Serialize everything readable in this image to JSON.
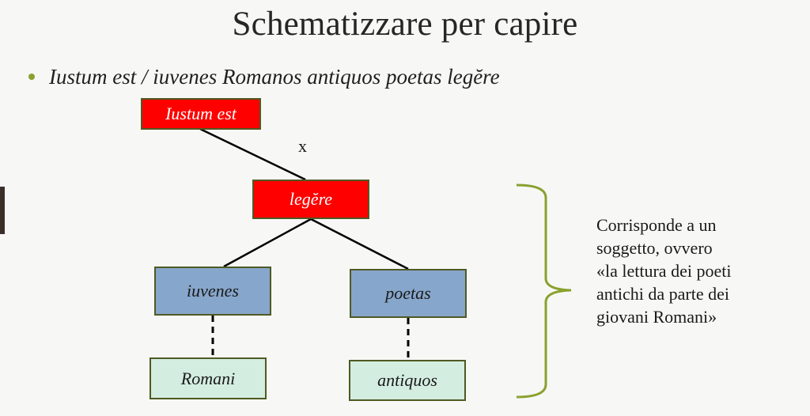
{
  "slide": {
    "title": "Schematizzare per capire",
    "bullet": "Iustum est / iuvenes Romanos antiquos poetas legĕre"
  },
  "diagram": {
    "nodes": {
      "iustum_est": "Iustum est",
      "legere": "legĕre",
      "iuvenes": "iuvenes",
      "poetas": "poetas",
      "romani": "Romani",
      "antiquos": "antiquos"
    },
    "edge_label": "x",
    "note_lines": [
      "Corrisponde a un",
      "soggetto, ovvero",
      "«la lettura dei poeti",
      "antichi da parte dei",
      "giovani Romani»"
    ],
    "colors": {
      "red_node": "#ff0000",
      "blue_node": "#87a6cb",
      "green_node": "#d4ede1",
      "node_border": "#4f5a22",
      "brace": "#8aa12d",
      "bullet": "#8aa12d"
    }
  }
}
